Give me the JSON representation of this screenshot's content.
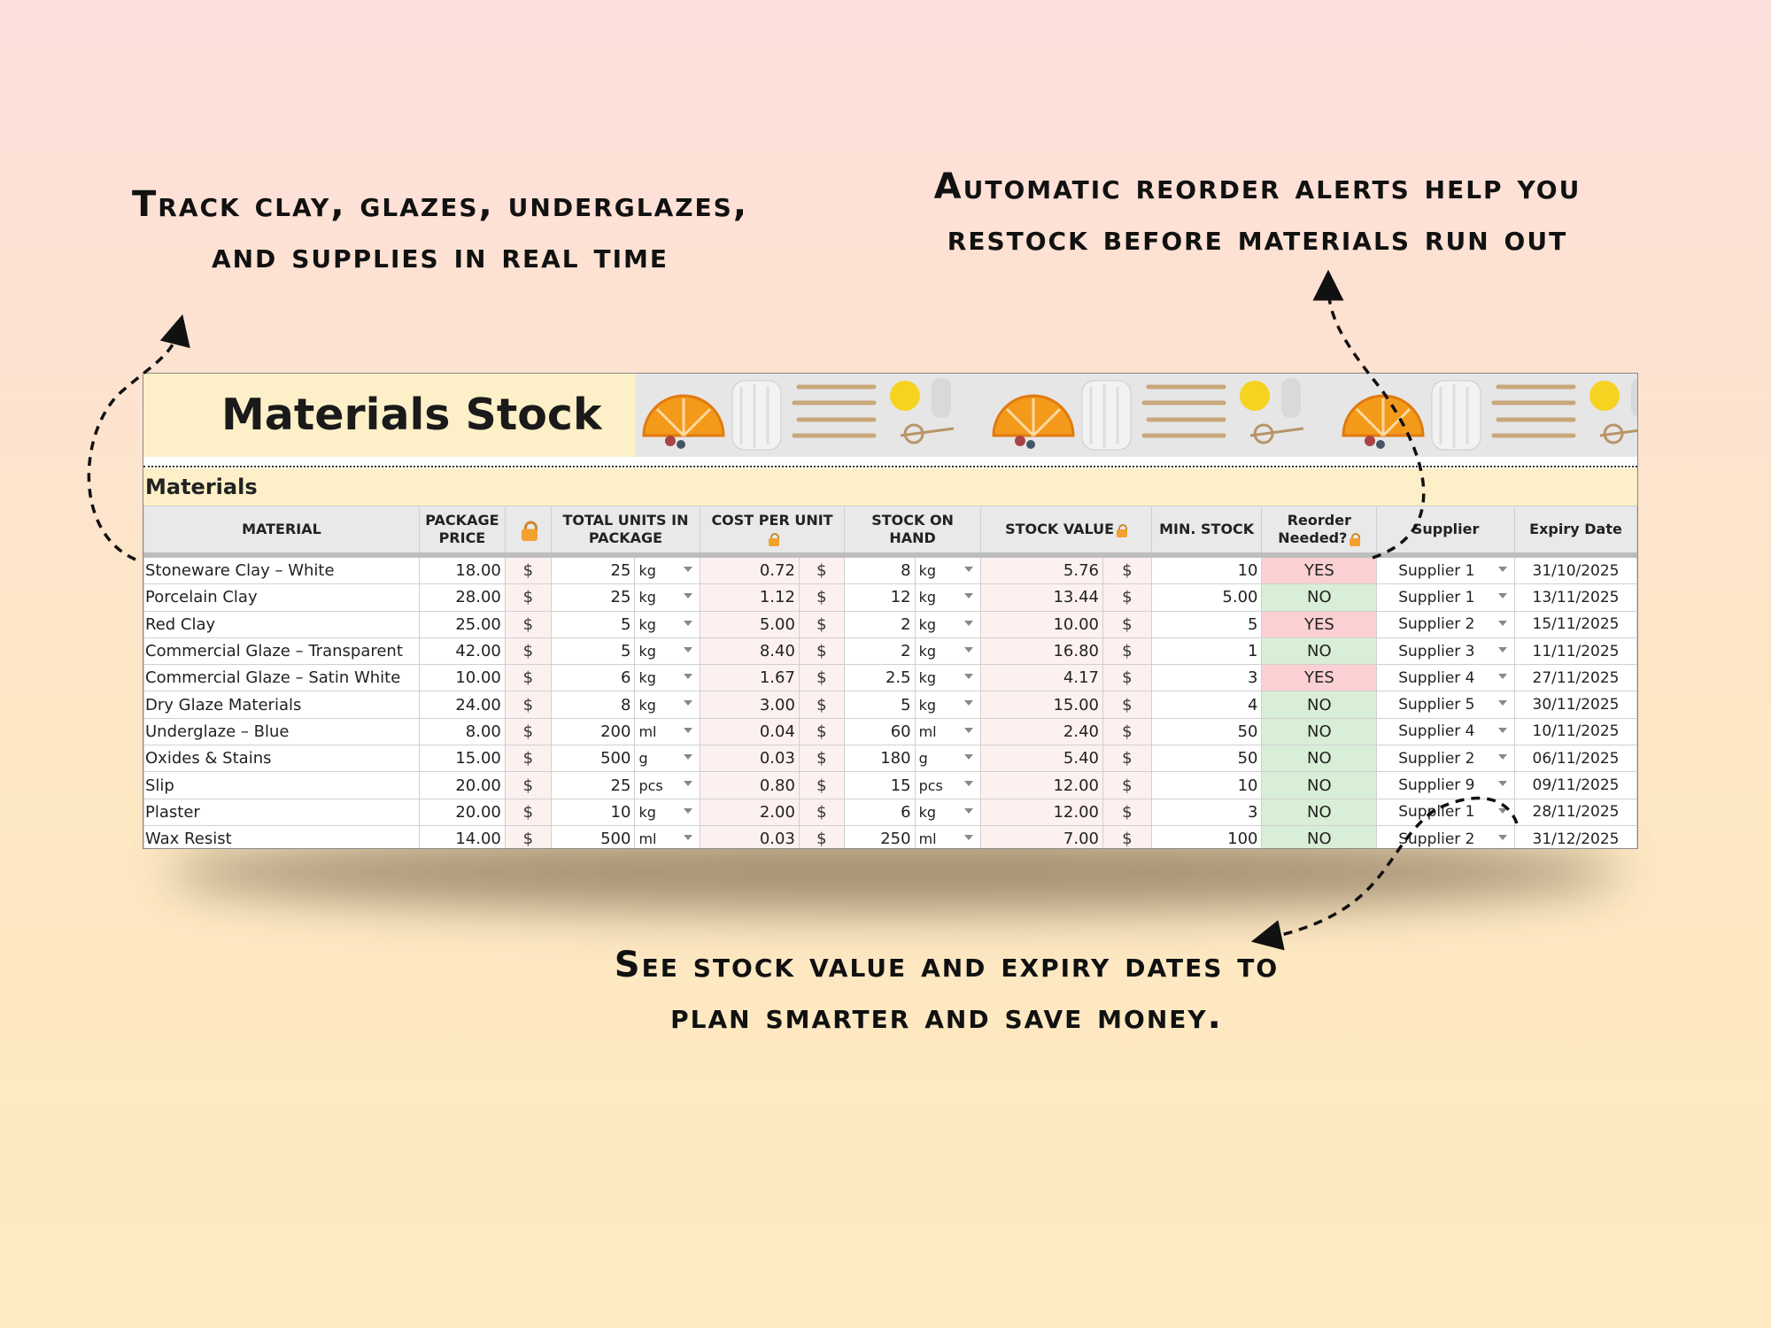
{
  "captions": {
    "left": [
      "Track clay, glazes, underglazes,",
      "and supplies in real time"
    ],
    "right": [
      "Automatic reorder alerts help you",
      "restock before materials run out"
    ],
    "bottom": [
      "See stock value and expiry dates to",
      "plan smarter and save money."
    ]
  },
  "sheet": {
    "title": "Materials Stock",
    "section": "Materials",
    "headers": {
      "material": "MATERIAL",
      "package_price": "PACKAGE PRICE",
      "total_units": "TOTAL UNITS IN PACKAGE",
      "cost_per_unit": "COST PER UNIT",
      "stock_on_hand": "STOCK ON HAND",
      "stock_value": "STOCK VALUE",
      "min_stock": "MIN. STOCK",
      "reorder": "Reorder Needed?",
      "supplier": "Supplier",
      "expiry": "Expiry Date"
    },
    "currency": "$",
    "colors": {
      "yes": "#fbd0d3",
      "no": "#d9eed6",
      "banner": "#fdf0c8"
    },
    "rows": [
      {
        "material": "Stoneware Clay – White",
        "price": "18.00",
        "units": "25",
        "unit": "kg",
        "cpu": "0.72",
        "stock": "8",
        "stock_unit": "kg",
        "value": "5.76",
        "min": "10",
        "reorder": "YES",
        "supplier": "Supplier 1",
        "expiry": "31/10/2025"
      },
      {
        "material": "Porcelain Clay",
        "price": "28.00",
        "units": "25",
        "unit": "kg",
        "cpu": "1.12",
        "stock": "12",
        "stock_unit": "kg",
        "value": "13.44",
        "min": "5.00",
        "reorder": "NO",
        "supplier": "Supplier 1",
        "expiry": "13/11/2025"
      },
      {
        "material": "Red Clay",
        "price": "25.00",
        "units": "5",
        "unit": "kg",
        "cpu": "5.00",
        "stock": "2",
        "stock_unit": "kg",
        "value": "10.00",
        "min": "5",
        "reorder": "YES",
        "supplier": "Supplier 2",
        "expiry": "15/11/2025"
      },
      {
        "material": "Commercial Glaze – Transparent",
        "price": "42.00",
        "units": "5",
        "unit": "kg",
        "cpu": "8.40",
        "stock": "2",
        "stock_unit": "kg",
        "value": "16.80",
        "min": "1",
        "reorder": "NO",
        "supplier": "Supplier 3",
        "expiry": "11/11/2025"
      },
      {
        "material": "Commercial Glaze – Satin White",
        "price": "10.00",
        "units": "6",
        "unit": "kg",
        "cpu": "1.67",
        "stock": "2.5",
        "stock_unit": "kg",
        "value": "4.17",
        "min": "3",
        "reorder": "YES",
        "supplier": "Supplier 4",
        "expiry": "27/11/2025"
      },
      {
        "material": "Dry Glaze Materials",
        "price": "24.00",
        "units": "8",
        "unit": "kg",
        "cpu": "3.00",
        "stock": "5",
        "stock_unit": "kg",
        "value": "15.00",
        "min": "4",
        "reorder": "NO",
        "supplier": "Supplier 5",
        "expiry": "30/11/2025"
      },
      {
        "material": "Underglaze – Blue",
        "price": "8.00",
        "units": "200",
        "unit": "ml",
        "cpu": "0.04",
        "stock": "60",
        "stock_unit": "ml",
        "value": "2.40",
        "min": "50",
        "reorder": "NO",
        "supplier": "Supplier 4",
        "expiry": "10/11/2025"
      },
      {
        "material": "Oxides & Stains",
        "price": "15.00",
        "units": "500",
        "unit": "g",
        "cpu": "0.03",
        "stock": "180",
        "stock_unit": "g",
        "value": "5.40",
        "min": "50",
        "reorder": "NO",
        "supplier": "Supplier 2",
        "expiry": "06/11/2025"
      },
      {
        "material": "Slip",
        "price": "20.00",
        "units": "25",
        "unit": "pcs",
        "cpu": "0.80",
        "stock": "15",
        "stock_unit": "pcs",
        "value": "12.00",
        "min": "10",
        "reorder": "NO",
        "supplier": "Supplier 9",
        "expiry": "09/11/2025"
      },
      {
        "material": "Plaster",
        "price": "20.00",
        "units": "10",
        "unit": "kg",
        "cpu": "2.00",
        "stock": "6",
        "stock_unit": "kg",
        "value": "12.00",
        "min": "3",
        "reorder": "NO",
        "supplier": "Supplier 1",
        "expiry": "28/11/2025"
      },
      {
        "material": "Wax Resist",
        "price": "14.00",
        "units": "500",
        "unit": "ml",
        "cpu": "0.03",
        "stock": "250",
        "stock_unit": "ml",
        "value": "7.00",
        "min": "100",
        "reorder": "NO",
        "supplier": "Supplier 2",
        "expiry": "31/12/2025"
      }
    ]
  }
}
